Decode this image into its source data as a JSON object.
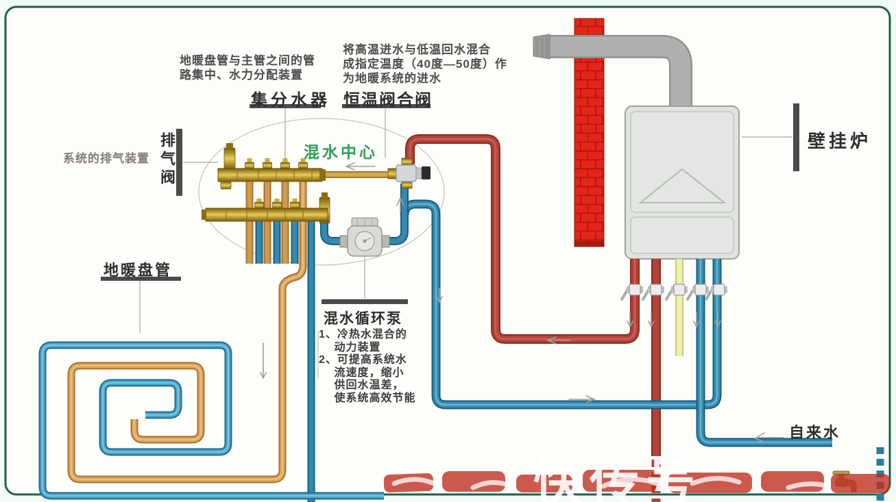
{
  "labels": {
    "manifold": "集分水器",
    "mixing_valve": "恒温阀合阀",
    "mixing_center": "混水中心",
    "air_vent": "排气阀",
    "floor_coil": "地暖盘管",
    "pump": "混水循环泵",
    "boiler": "壁挂炉",
    "tap_water": "自来水"
  },
  "annotations": {
    "manifold_note": "地暖盘管与主管之间的管\n路集中、水力分配装置",
    "mixing_valve_note": "将高温进水与低温回水混合\n成指定温度（40度—50度）作\n为地暖系统的进水",
    "air_vent_note": "系统的排气装置",
    "pump_note": "1、冷热水混合的\n　 动力装置\n2、可提高系统水\n　 流速度，缩小\n　 供回水温差，\n　 使系统高效节能"
  },
  "watermark": "快传号",
  "colors": {
    "frame_green": "#1f5f4b",
    "hot_pipe_red": "#b34238",
    "cold_pipe_teal": "#2a7da1",
    "mixed_pipe_orange": "#d9a55c",
    "brass": "#d2a94e",
    "gas_pipe_yellow": "#eef1b2",
    "brick_red": "#e3251b",
    "mix_center_green": "#2f9e57"
  }
}
